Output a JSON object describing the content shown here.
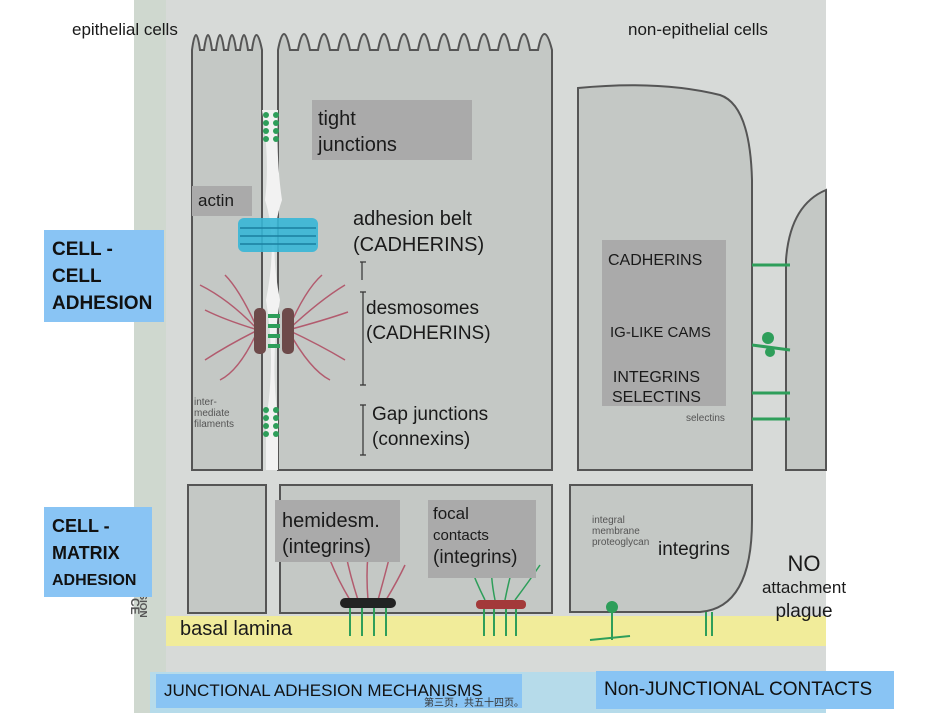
{
  "labels": {
    "epithelial": "epithelial cells",
    "non_epithelial": "non-epithelial cells",
    "tight_line1": "tight",
    "tight_line2": "junctions",
    "actin": "actin",
    "adhesion_belt_line1": "adhesion belt",
    "adhesion_belt_line2": "(CADHERINS)",
    "desmosomes_line1": "desmosomes",
    "desmosomes_line2": "(CADHERINS)",
    "gap_line1": "Gap junctions",
    "gap_line2": "(connexins)",
    "hemidesm_line1": "hemidesm.",
    "hemidesm_line2": "(integrins)",
    "focal_line1": "focal",
    "focal_line2": "contacts",
    "focal_line3": "(integrins)",
    "basal_lamina": "basal lamina",
    "cadherins": "CADHERINS",
    "ig_like": "IG-LIKE CAMS",
    "integrins_selectins_line1": "INTEGRINS",
    "integrins_selectins_line2": "SELECTINS",
    "integrins_nonjunc": "integrins",
    "no_line1": "NO",
    "no_line2": "attachment",
    "no_line3": "plague",
    "cell_cell_line1": "CELL -",
    "cell_cell_line2": "CELL",
    "cell_cell_line3": "ADHESION",
    "cell_matrix_line1": "CELL -",
    "cell_matrix_line2": "MATRIX",
    "cell_matrix_line3": "ADHESION",
    "junctional": "JUNCTIONAL ADHESION MECHANISMS",
    "non_junctional": "Non-JUNCTIONAL CONTACTS",
    "page_footer": "第三页，共五十四页。"
  },
  "book_text": {
    "inter_mediate_filaments": [
      "inter-",
      "mediate",
      "filaments"
    ],
    "integral_membrane": [
      "integral",
      "membrane",
      "proteoglycan"
    ],
    "selectins_small": "selectins",
    "side_adhesion": "ADHESION",
    "side_ce": "CE"
  },
  "colors": {
    "blue_box": "#89c4f4",
    "gray_box": "#aaaaaa",
    "cell_fill": "#c4c8c5",
    "junction_green": "#2e9e5a",
    "adhesion_belt_cyan": "#37b6d6",
    "desmosome_red": "#b25b6e",
    "lamina_yellow": "#f1ec9a"
  }
}
